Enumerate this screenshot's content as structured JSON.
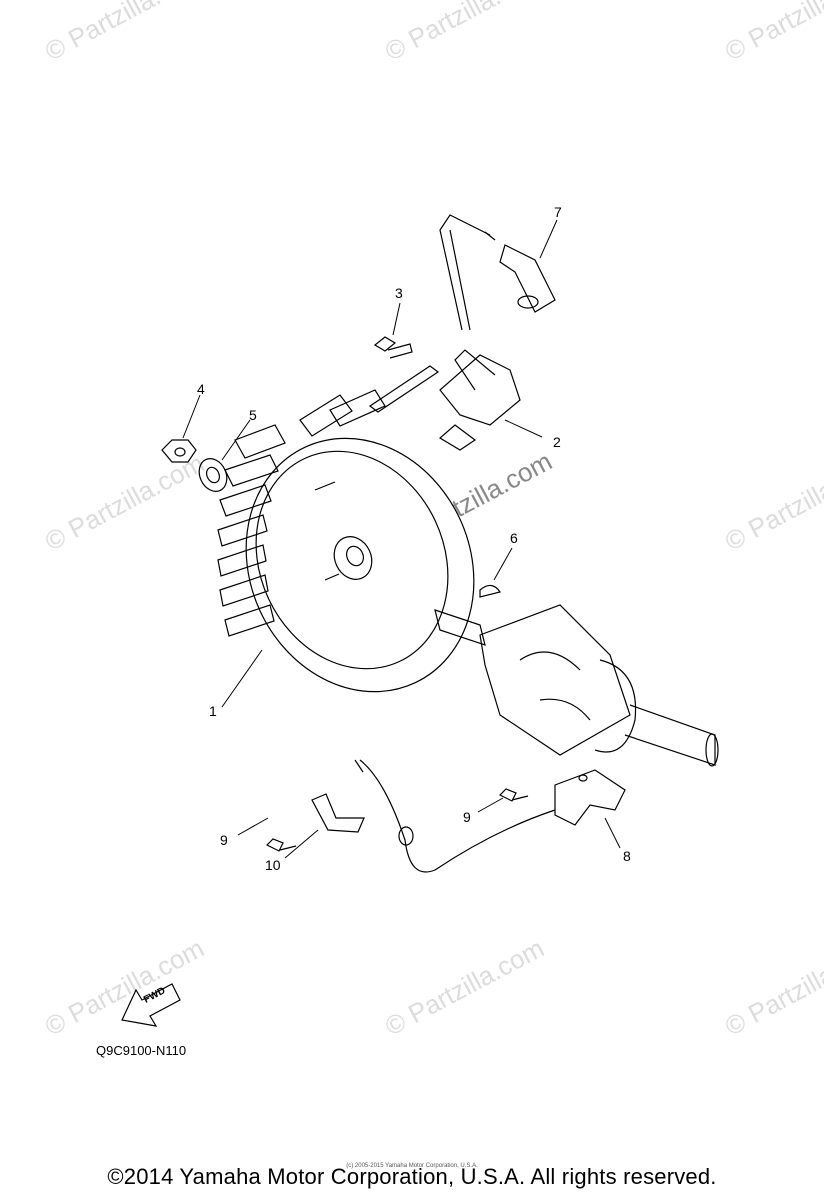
{
  "diagram": {
    "code": "Q9C9100-N110",
    "fwd_label": "FWD",
    "copyright": "©2014 Yamaha Motor Corporation, U.S.A. All rights reserved.",
    "small_copyright": "(c) 2005-2015 Yamaha Motor Corporation, U.S.A.",
    "watermark": "© Partzilla.com",
    "callouts": {
      "n1": "1",
      "n2": "2",
      "n3": "3",
      "n4": "4",
      "n5": "5",
      "n6": "6",
      "n7": "7",
      "n8": "8",
      "n9a": "9",
      "n9b": "9",
      "n10": "10"
    }
  }
}
